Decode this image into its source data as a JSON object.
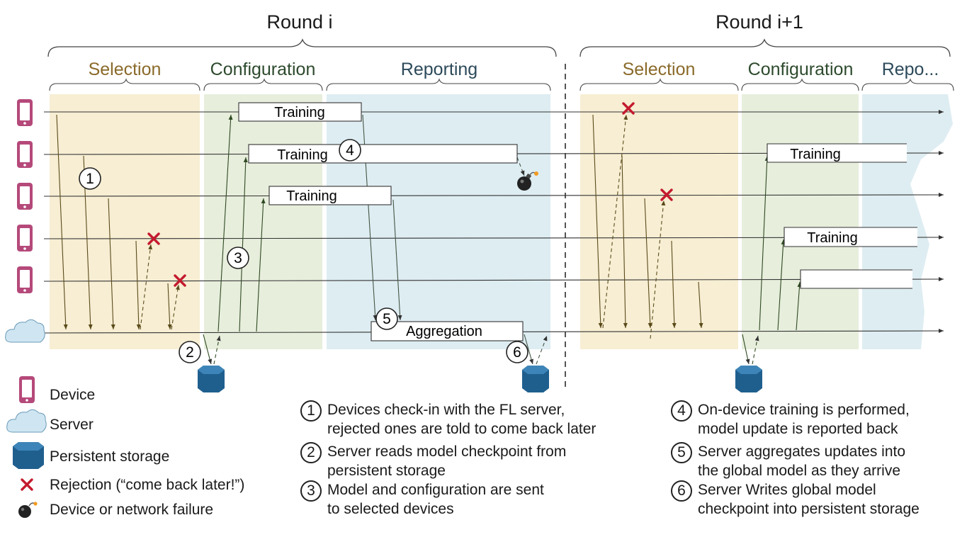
{
  "rounds": [
    {
      "title": "Round i",
      "phases": [
        "Selection",
        "Configuration",
        "Reporting"
      ]
    },
    {
      "title": "Round i+1",
      "phases": [
        "Selection",
        "Configuration",
        "Repo..."
      ]
    }
  ],
  "boxes": {
    "training": "Training",
    "aggregation": "Aggregation"
  },
  "markers": [
    "1",
    "2",
    "3",
    "4",
    "5",
    "6"
  ],
  "legend": [
    {
      "icon": "device-icon",
      "label": "Device"
    },
    {
      "icon": "server-cloud-icon",
      "label": "Server"
    },
    {
      "icon": "storage-icon",
      "label": "Persistent storage"
    },
    {
      "icon": "rejection-icon",
      "label": "Rejection (“come back later!”)"
    },
    {
      "icon": "bomb-icon",
      "label": "Device or network failure"
    }
  ],
  "notes": [
    {
      "num": "1",
      "line1": "Devices check-in with the FL server,",
      "line2": "rejected ones are told to come back later"
    },
    {
      "num": "2",
      "line1": "Server reads model checkpoint from",
      "line2": "persistent storage"
    },
    {
      "num": "3",
      "line1": "Model and configuration are sent",
      "line2": "to selected devices"
    },
    {
      "num": "4",
      "line1": "On-device training is performed,",
      "line2": "model update is reported back"
    },
    {
      "num": "5",
      "line1": "Server aggregates updates into",
      "line2": "the global model as they arrive"
    },
    {
      "num": "6",
      "line1": "Server Writes global model",
      "line2": "checkpoint into persistent storage"
    }
  ],
  "colors": {
    "selection_bg": "#f7eed3",
    "configuration_bg": "#e7eedc",
    "reporting_bg": "#deedf2",
    "selection_text": "#8a6a2a",
    "configuration_text": "#2d4a2d",
    "reporting_text": "#2d4a5a",
    "device": "#b5497a",
    "cloud": "#cfe6f2",
    "storage": "#1f5f8e",
    "reject": "#c41a2e",
    "arrow_selection": "#6b5a2a",
    "arrow_config": "#3b5a2a",
    "arrow_report": "#556655"
  }
}
